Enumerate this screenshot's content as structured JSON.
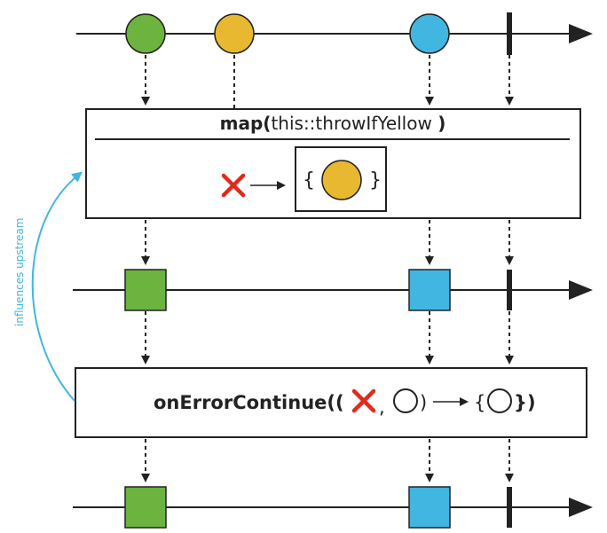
{
  "colors": {
    "green": "#6db33f",
    "yellow": "#e8b830",
    "blue": "#41b6e0",
    "red": "#e02a1c",
    "line": "#222222",
    "upstream_arrow": "#41b6e0"
  },
  "map_operator": {
    "name": "map(",
    "argument": "this::throwIfYellow",
    "close": ")",
    "brace_open": "{",
    "brace_close": "}"
  },
  "on_error_continue": {
    "name": "onErrorContinue((",
    "comma": ",",
    "paren_close": ")",
    "brace_open": "{",
    "brace_close": "})"
  },
  "side_label": "influences upstream",
  "icons": {
    "error": "x-mark-icon",
    "arrow": "arrow-right-icon"
  }
}
